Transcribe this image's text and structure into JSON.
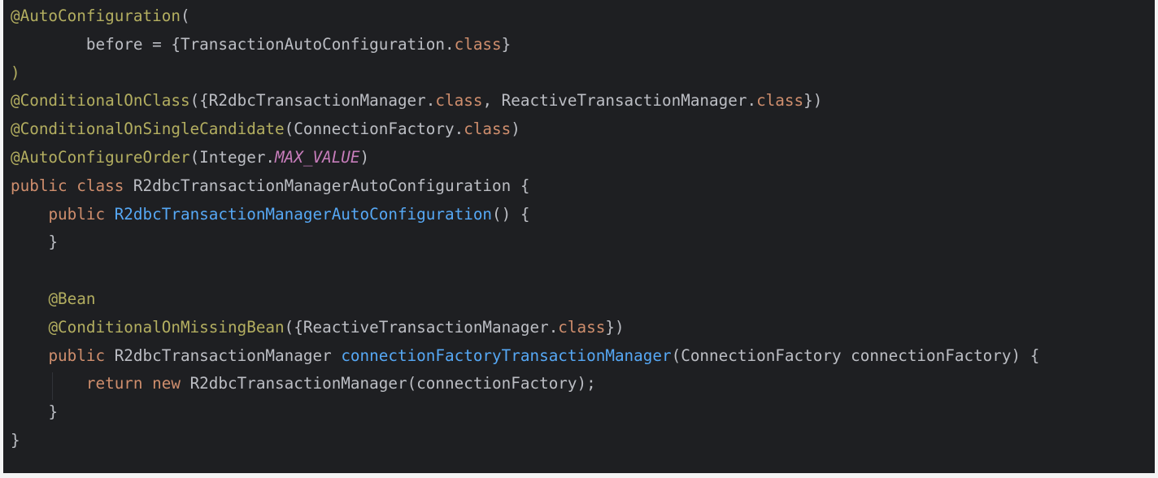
{
  "theme": {
    "background": "#1e1f22",
    "default": "#bcbec4",
    "keyword": "#cf8e6d",
    "annotation": "#b3ae60",
    "method": "#56a8f5",
    "constant": "#c77dbb"
  },
  "lines": [
    {
      "indent": 0,
      "tokens": [
        {
          "t": "@AutoConfiguration",
          "c": "annotation"
        },
        {
          "t": "(",
          "c": "default"
        }
      ]
    },
    {
      "indent": 8,
      "tokens": [
        {
          "t": "before = {TransactionAutoConfiguration.",
          "c": "default"
        },
        {
          "t": "class",
          "c": "keyword"
        },
        {
          "t": "}",
          "c": "default"
        }
      ]
    },
    {
      "indent": 0,
      "tokens": [
        {
          "t": ")",
          "c": "annotation"
        }
      ]
    },
    {
      "indent": 0,
      "tokens": [
        {
          "t": "@ConditionalOnClass",
          "c": "annotation"
        },
        {
          "t": "({R2dbcTransactionManager.",
          "c": "default"
        },
        {
          "t": "class",
          "c": "keyword"
        },
        {
          "t": ", ReactiveTransactionManager.",
          "c": "default"
        },
        {
          "t": "class",
          "c": "keyword"
        },
        {
          "t": "})",
          "c": "default"
        }
      ]
    },
    {
      "indent": 0,
      "tokens": [
        {
          "t": "@ConditionalOnSingleCandidate",
          "c": "annotation"
        },
        {
          "t": "(ConnectionFactory.",
          "c": "default"
        },
        {
          "t": "class",
          "c": "keyword"
        },
        {
          "t": ")",
          "c": "default"
        }
      ]
    },
    {
      "indent": 0,
      "tokens": [
        {
          "t": "@AutoConfigureOrder",
          "c": "annotation"
        },
        {
          "t": "(Integer.",
          "c": "default"
        },
        {
          "t": "MAX_VALUE",
          "c": "constant",
          "italic": true
        },
        {
          "t": ")",
          "c": "default"
        }
      ]
    },
    {
      "indent": 0,
      "tokens": [
        {
          "t": "public class ",
          "c": "keyword"
        },
        {
          "t": "R2dbcTransactionManagerAutoConfiguration {",
          "c": "default"
        }
      ]
    },
    {
      "indent": 4,
      "tokens": [
        {
          "t": "public ",
          "c": "keyword"
        },
        {
          "t": "R2dbcTransactionManagerAutoConfiguration",
          "c": "method"
        },
        {
          "t": "() {",
          "c": "default"
        }
      ]
    },
    {
      "indent": 4,
      "tokens": [
        {
          "t": "}",
          "c": "default"
        }
      ]
    },
    {
      "indent": 0,
      "tokens": []
    },
    {
      "indent": 4,
      "tokens": [
        {
          "t": "@Bean",
          "c": "annotation"
        }
      ]
    },
    {
      "indent": 4,
      "tokens": [
        {
          "t": "@ConditionalOnMissingBean",
          "c": "annotation"
        },
        {
          "t": "({ReactiveTransactionManager.",
          "c": "default"
        },
        {
          "t": "class",
          "c": "keyword"
        },
        {
          "t": "})",
          "c": "default"
        }
      ]
    },
    {
      "indent": 4,
      "tokens": [
        {
          "t": "public ",
          "c": "keyword"
        },
        {
          "t": "R2dbcTransactionManager ",
          "c": "default"
        },
        {
          "t": "connectionFactoryTransactionManager",
          "c": "method"
        },
        {
          "t": "(ConnectionFactory connectionFactory) {",
          "c": "default"
        }
      ]
    },
    {
      "indent": 8,
      "guide": true,
      "tokens": [
        {
          "t": "return new ",
          "c": "keyword"
        },
        {
          "t": "R2dbcTransactionManager(connectionFactory);",
          "c": "default"
        }
      ]
    },
    {
      "indent": 4,
      "tokens": [
        {
          "t": "}",
          "c": "default"
        }
      ]
    },
    {
      "indent": 0,
      "tokens": [
        {
          "t": "}",
          "c": "default"
        }
      ]
    }
  ]
}
